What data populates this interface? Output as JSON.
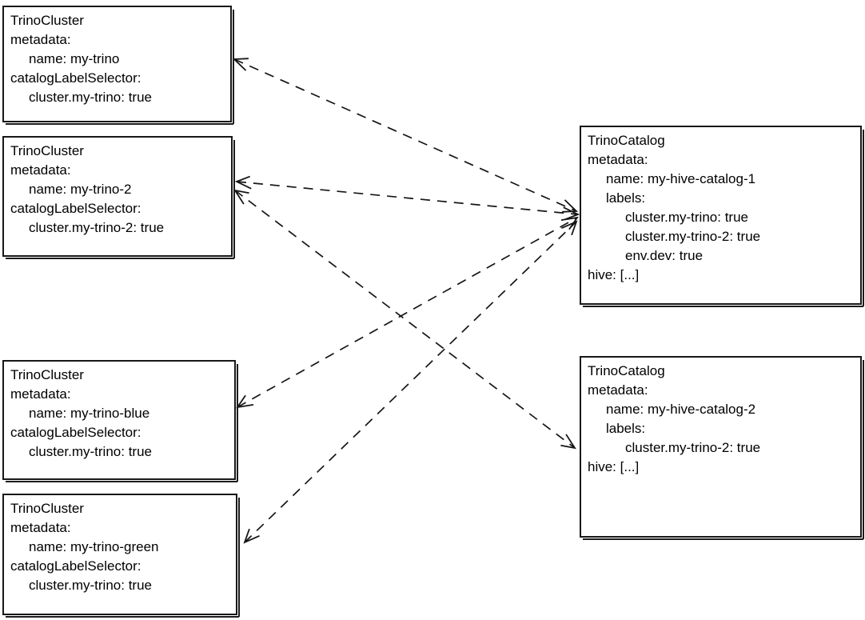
{
  "diagram": {
    "colors": {
      "stroke": "#161616",
      "text": "#000000",
      "background": "#ffffff"
    },
    "nodes": {
      "cluster_my_trino": {
        "kind": "TrinoCluster",
        "name": "my-trino",
        "lines": [
          {
            "text": "TrinoCluster",
            "indent": 0
          },
          {
            "text": "metadata:",
            "indent": 0
          },
          {
            "text": "name: my-trino",
            "indent": 1
          },
          {
            "text": "catalogLabelSelector:",
            "indent": 0
          },
          {
            "text": "cluster.my-trino: true",
            "indent": 1
          }
        ]
      },
      "cluster_my_trino_2": {
        "kind": "TrinoCluster",
        "name": "my-trino-2",
        "lines": [
          {
            "text": "TrinoCluster",
            "indent": 0
          },
          {
            "text": "metadata:",
            "indent": 0
          },
          {
            "text": "name: my-trino-2",
            "indent": 1
          },
          {
            "text": "catalogLabelSelector:",
            "indent": 0
          },
          {
            "text": "cluster.my-trino-2: true",
            "indent": 1
          }
        ]
      },
      "cluster_my_trino_blue": {
        "kind": "TrinoCluster",
        "name": "my-trino-blue",
        "lines": [
          {
            "text": "TrinoCluster",
            "indent": 0
          },
          {
            "text": "metadata:",
            "indent": 0
          },
          {
            "text": "name: my-trino-blue",
            "indent": 1
          },
          {
            "text": "catalogLabelSelector:",
            "indent": 0
          },
          {
            "text": "cluster.my-trino: true",
            "indent": 1
          }
        ]
      },
      "cluster_my_trino_green": {
        "kind": "TrinoCluster",
        "name": "my-trino-green",
        "lines": [
          {
            "text": "TrinoCluster",
            "indent": 0
          },
          {
            "text": "metadata:",
            "indent": 0
          },
          {
            "text": "name: my-trino-green",
            "indent": 1
          },
          {
            "text": "catalogLabelSelector:",
            "indent": 0
          },
          {
            "text": "cluster.my-trino: true",
            "indent": 1
          }
        ]
      },
      "catalog_my_hive_catalog_1": {
        "kind": "TrinoCatalog",
        "name": "my-hive-catalog-1",
        "lines": [
          {
            "text": "TrinoCatalog",
            "indent": 0
          },
          {
            "text": "metadata:",
            "indent": 0
          },
          {
            "text": "name: my-hive-catalog-1",
            "indent": 1
          },
          {
            "text": "labels:",
            "indent": 1
          },
          {
            "text": "cluster.my-trino: true",
            "indent": 2
          },
          {
            "text": "cluster.my-trino-2: true",
            "indent": 2
          },
          {
            "text": "env.dev: true",
            "indent": 2
          },
          {
            "text": "hive: [...]",
            "indent": 0
          }
        ]
      },
      "catalog_my_hive_catalog_2": {
        "kind": "TrinoCatalog",
        "name": "my-hive-catalog-2",
        "lines": [
          {
            "text": "TrinoCatalog",
            "indent": 0
          },
          {
            "text": "metadata:",
            "indent": 0
          },
          {
            "text": "name: my-hive-catalog-2",
            "indent": 1
          },
          {
            "text": "labels:",
            "indent": 1
          },
          {
            "text": "cluster.my-trino-2: true",
            "indent": 2
          },
          {
            "text": "hive: [...]",
            "indent": 0
          }
        ]
      }
    },
    "edges": [
      {
        "from": "my-trino",
        "to": "my-hive-catalog-1",
        "style": "dashed",
        "arrows": "both"
      },
      {
        "from": "my-trino-2",
        "to": "my-hive-catalog-1",
        "style": "dashed",
        "arrows": "both"
      },
      {
        "from": "my-trino-blue",
        "to": "my-hive-catalog-1",
        "style": "dashed",
        "arrows": "both"
      },
      {
        "from": "my-trino-green",
        "to": "my-hive-catalog-1",
        "style": "dashed",
        "arrows": "both"
      },
      {
        "from": "my-trino-2",
        "to": "my-hive-catalog-2",
        "style": "dashed",
        "arrows": "both"
      }
    ]
  }
}
